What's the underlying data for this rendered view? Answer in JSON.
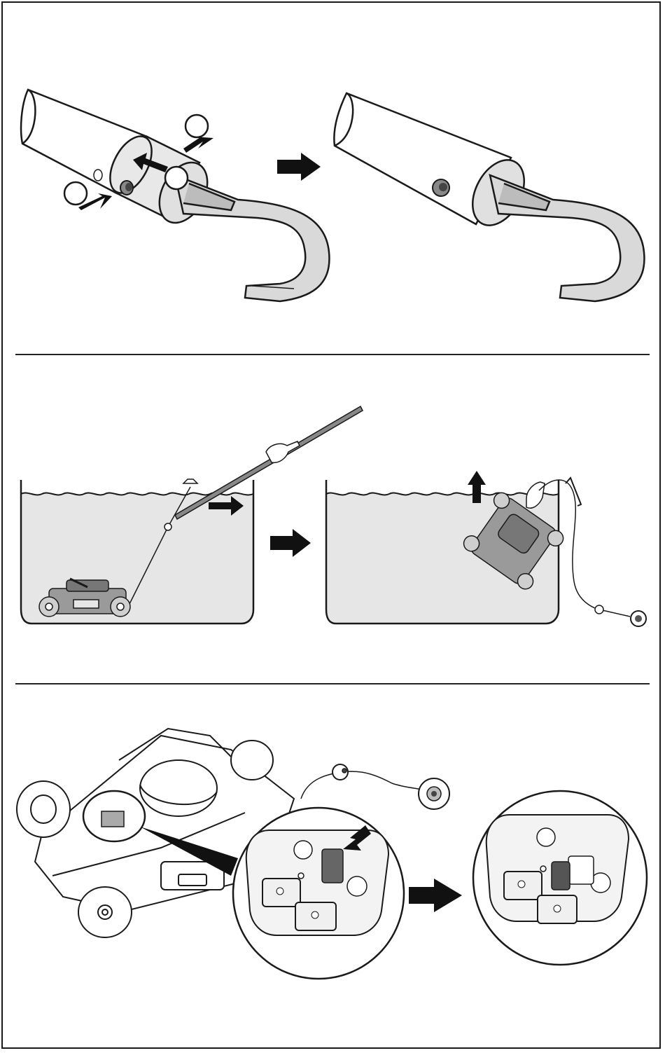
{
  "figure": {
    "panels": [
      {
        "id": "pole-handle-assembly",
        "description_icon": "pole-clip-icon",
        "step_markers": [
          "",
          "",
          ""
        ]
      },
      {
        "id": "robot-retrieval",
        "description_icon": "pool-retrieve-icon"
      },
      {
        "id": "power-button-reset",
        "description_icon": "power-button-icon"
      }
    ]
  },
  "colors": {
    "line": "#1a1a1a",
    "water": "#e6e6e6",
    "fill_light": "#f2f2f2",
    "fill_mid": "#bfbfbf",
    "fill_dark": "#6b6b6b",
    "arrow": "#111111"
  }
}
